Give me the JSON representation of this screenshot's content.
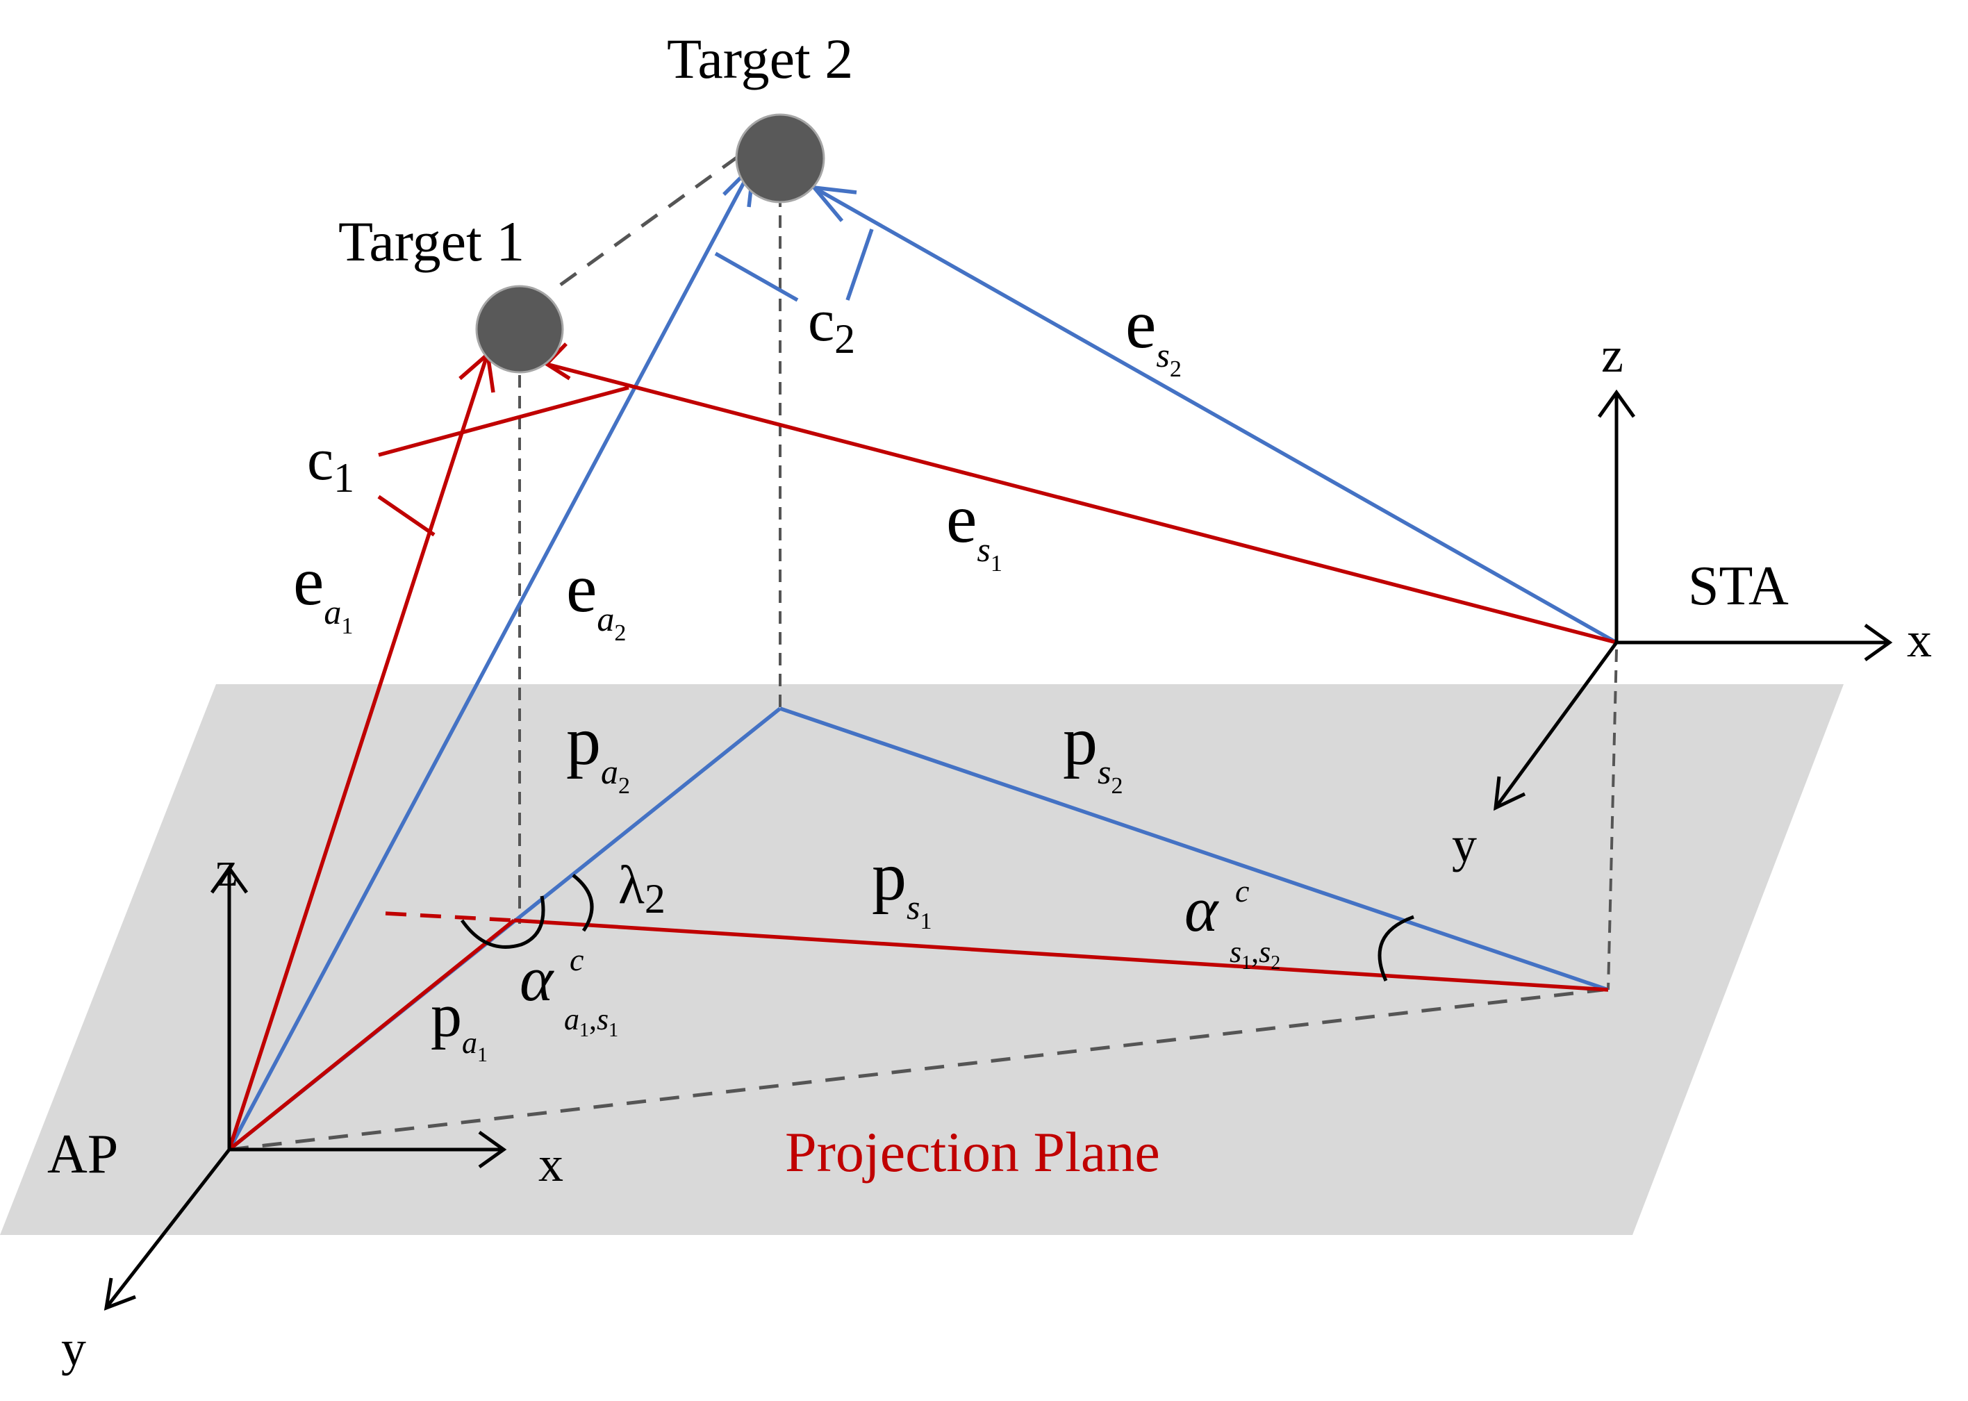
{
  "diagram": {
    "targets": {
      "target1": "Target 1",
      "target2": "Target 2"
    },
    "nodes": {
      "ap": "AP",
      "sta": "STA"
    },
    "plane_label": "Projection Plane",
    "axes": {
      "x": "x",
      "y": "y",
      "z": "z"
    },
    "vectors": {
      "c1_base": "c",
      "c1_sub": "1",
      "c2_base": "c",
      "c2_sub": "2",
      "e_base": "e",
      "p_base": "p",
      "a_sub": "a",
      "s_sub": "s",
      "one": "1",
      "two": "2"
    },
    "angles": {
      "lambda2_base": "λ",
      "lambda2_sub": "2",
      "alpha": "α",
      "c_sup": "c",
      "comma": ","
    },
    "colors": {
      "red": "#c00000",
      "blue": "#4472c4",
      "plane": "#d9d9d9",
      "target": "#595959"
    }
  }
}
